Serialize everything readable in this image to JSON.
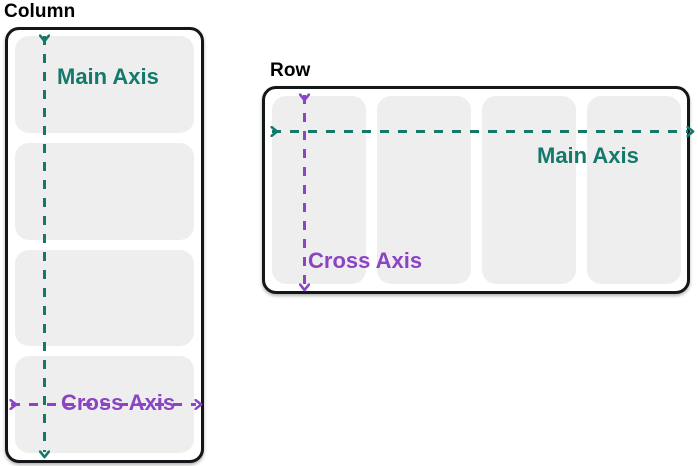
{
  "diagram": {
    "title_hidden": "Flexbox main axis and cross axis for column and row direction",
    "colors": {
      "main_axis": "#14796b",
      "cross_axis": "#8b44c4",
      "container_border": "#15161a",
      "item_fill": "#eeeeee",
      "background": "#ffffff",
      "caption_text": "#000000"
    }
  },
  "column_block": {
    "caption": "Column",
    "items_count": 4,
    "main_axis": {
      "label": "Main Axis",
      "orientation": "vertical",
      "arrows": "both",
      "color": "#14796b"
    },
    "cross_axis": {
      "label": "Cross Axis",
      "orientation": "horizontal",
      "arrows": "both",
      "color": "#8b44c4"
    }
  },
  "row_block": {
    "caption": "Row",
    "items_count": 4,
    "main_axis": {
      "label": "Main Axis",
      "orientation": "horizontal",
      "arrows": "both",
      "color": "#14796b"
    },
    "cross_axis": {
      "label": "Cross Axis",
      "orientation": "vertical",
      "arrows": "both",
      "color": "#8b44c4"
    }
  }
}
